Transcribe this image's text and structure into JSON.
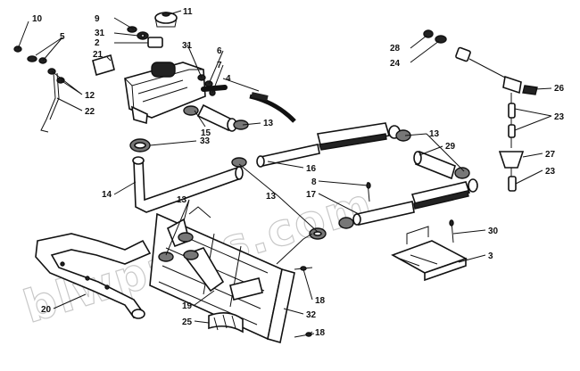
{
  "watermark": "blwparts.com",
  "callouts": [
    "10",
    "9",
    "11",
    "5",
    "31",
    "2",
    "31",
    "6",
    "7",
    "21",
    "4",
    "12",
    "22",
    "15",
    "13",
    "33",
    "28",
    "24",
    "26",
    "23",
    "13",
    "29",
    "16",
    "14",
    "8",
    "17",
    "13",
    "27",
    "23",
    "13",
    "30",
    "3",
    "20",
    "19",
    "25",
    "18",
    "32",
    "18"
  ]
}
